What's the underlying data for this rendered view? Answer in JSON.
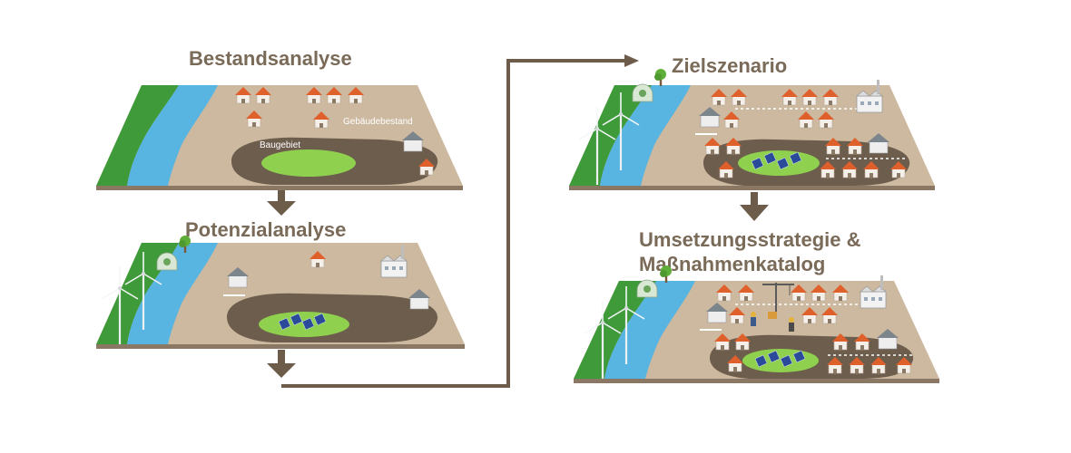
{
  "stages": {
    "bestand": {
      "title": "Bestandsanalyse",
      "label_buildings": "Gebäudebestand",
      "label_site": "Baugebiet"
    },
    "potenzial": {
      "title": "Potenzialanalyse"
    },
    "ziel": {
      "title": "Zielszenario"
    },
    "umsetzung": {
      "title_line1": "Umsetzungsstrategie &",
      "title_line2": "Maßnahmenkatalog"
    }
  },
  "colors": {
    "title": "#7a6a58",
    "arrow": "#6e5c4b",
    "ground": "#cdb9a0",
    "ground_side": "#8a7864",
    "grass": "#3f9a3a",
    "water": "#58b4e0",
    "pit": "#6d5d4d",
    "green_area": "#8fd14f",
    "roof": "#e0602c",
    "pv": "#2a4a9a"
  },
  "icons": [
    "house-icon",
    "factory-icon",
    "wind-turbine-icon",
    "tree-icon",
    "greenhouse-icon",
    "solar-panel-icon",
    "crane-icon",
    "worker-icon",
    "flow-arrow-icon"
  ]
}
